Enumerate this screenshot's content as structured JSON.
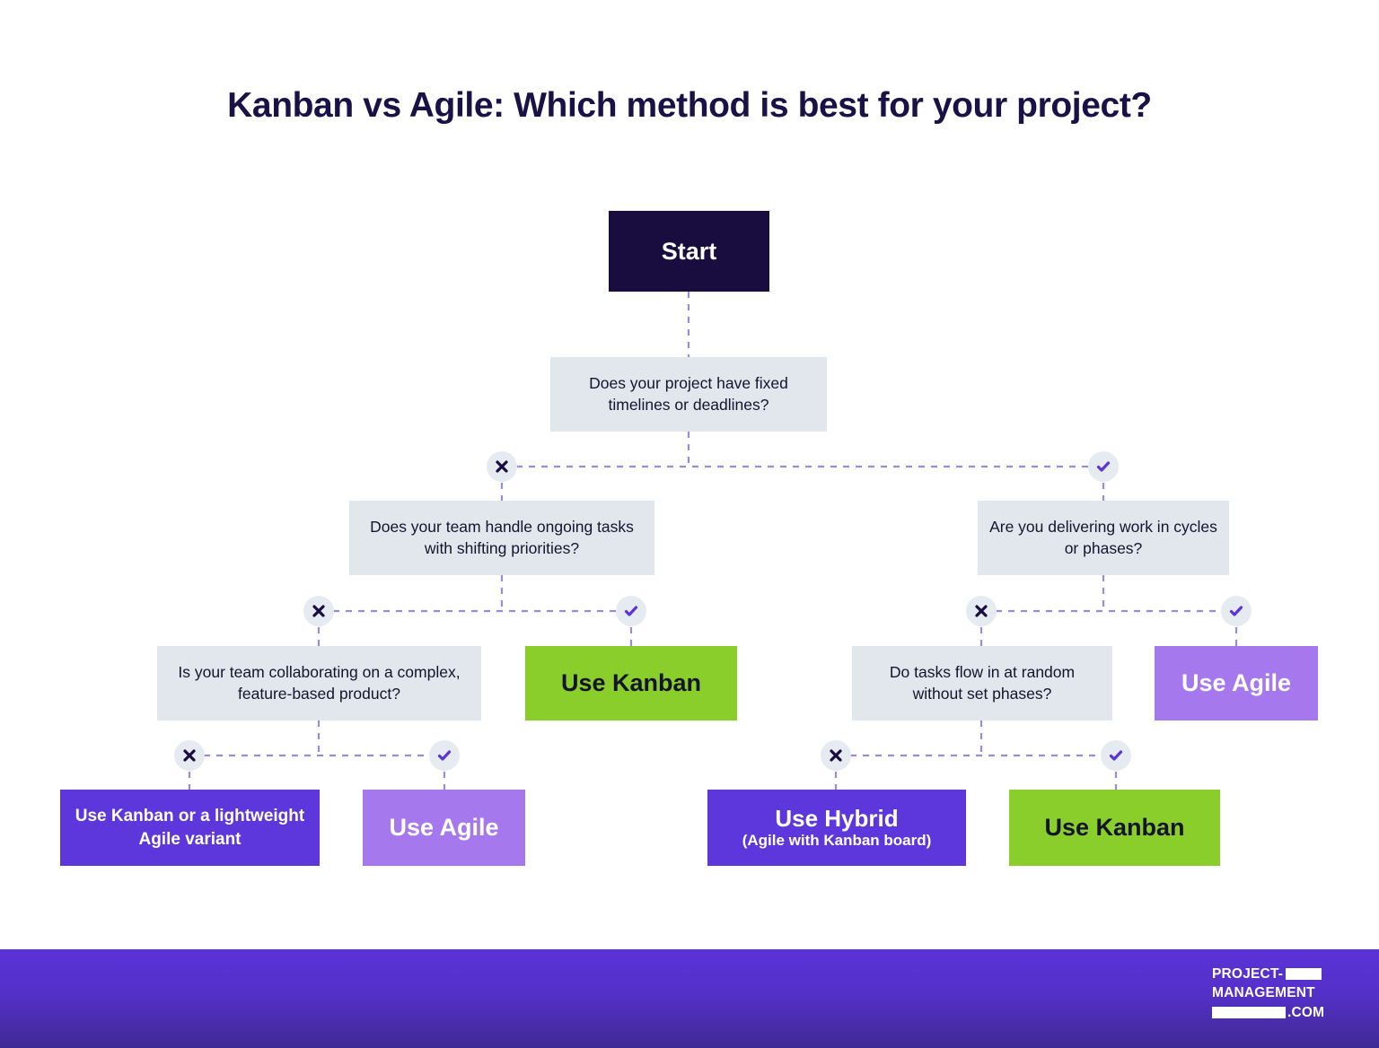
{
  "title": "Kanban vs Agile: Which method is best for your project?",
  "colors": {
    "title_text": "#1a1147",
    "start_box": "#190d40",
    "question_box": "#e2e7ee",
    "kanban_green": "#8ace2c",
    "agile_purple": "#a578ee",
    "violet_box": "#5d37db",
    "marker_circle": "#e6eaf1",
    "marker_x": "#190d40",
    "marker_check": "#5a35d6",
    "connector_line": "#9b8ad6",
    "footer_top": "#5b33d6",
    "footer_bottom": "#3f2a93"
  },
  "nodes": {
    "start": {
      "label": "Start"
    },
    "q1": {
      "label": "Does your project have fixed timelines or deadlines?"
    },
    "q2_left": {
      "label": "Does your team handle ongoing tasks with shifting priorities?"
    },
    "q2_right": {
      "label": "Are you delivering work in cycles or phases?"
    },
    "q3_left": {
      "label": "Is your team collaborating on a complex, feature-based product?"
    },
    "q3_right": {
      "label": "Do tasks flow in at random without set phases?"
    },
    "out_kanban_mid": {
      "label": "Use Kanban"
    },
    "out_agile_mid": {
      "label": "Use Agile"
    },
    "out_kanban_light": {
      "label": "Use Kanban or a lightweight Agile variant"
    },
    "out_agile_light": {
      "label": "Use Agile"
    },
    "out_hybrid": {
      "line1": "Use Hybrid",
      "line2": "(Agile with Kanban board)"
    },
    "out_kanban_right": {
      "label": "Use Kanban"
    }
  },
  "markers": {
    "no": "x-icon",
    "yes": "check-icon"
  },
  "flow": {
    "type": "decision-tree",
    "edges": [
      {
        "from": "start",
        "to": "q1",
        "answer": ""
      },
      {
        "from": "q1",
        "to": "q2_left",
        "answer": "no"
      },
      {
        "from": "q1",
        "to": "q2_right",
        "answer": "yes"
      },
      {
        "from": "q2_left",
        "to": "q3_left",
        "answer": "no"
      },
      {
        "from": "q2_left",
        "to": "out_kanban_mid",
        "answer": "yes"
      },
      {
        "from": "q2_right",
        "to": "q3_right",
        "answer": "no"
      },
      {
        "from": "q2_right",
        "to": "out_agile_mid",
        "answer": "yes"
      },
      {
        "from": "q3_left",
        "to": "out_kanban_light",
        "answer": "no"
      },
      {
        "from": "q3_left",
        "to": "out_agile_light",
        "answer": "yes"
      },
      {
        "from": "q3_right",
        "to": "out_hybrid",
        "answer": "no"
      },
      {
        "from": "q3_right",
        "to": "out_kanban_right",
        "answer": "yes"
      }
    ]
  },
  "footer": {
    "logo_line1": "PROJECT-",
    "logo_line2": "MANAGEMENT",
    "logo_line3": ".COM"
  }
}
